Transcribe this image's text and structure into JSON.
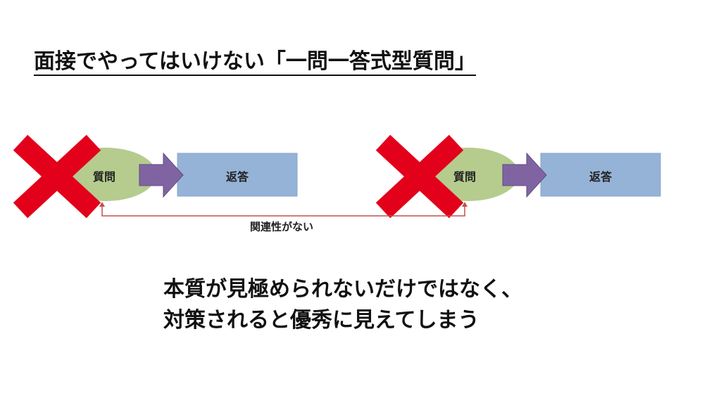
{
  "title": "面接でやってはいけない「一問一答式型質問」",
  "pairs": [
    {
      "question_label": "質問",
      "answer_label": "返答"
    },
    {
      "question_label": "質問",
      "answer_label": "返答"
    }
  ],
  "relation_label": "関連性がない",
  "message": {
    "line1": "本質が見極められないだけではなく、",
    "line2": "対策されると優秀に見えてしまう"
  },
  "colors": {
    "question_fill": "#b5cc8e",
    "answer_fill": "#95b3d7",
    "arrow_fill": "#8064a2",
    "cross_fill": "#e3001b",
    "connector": "#c0504d"
  },
  "icons": [
    "cross-icon",
    "arrow-right-icon"
  ]
}
